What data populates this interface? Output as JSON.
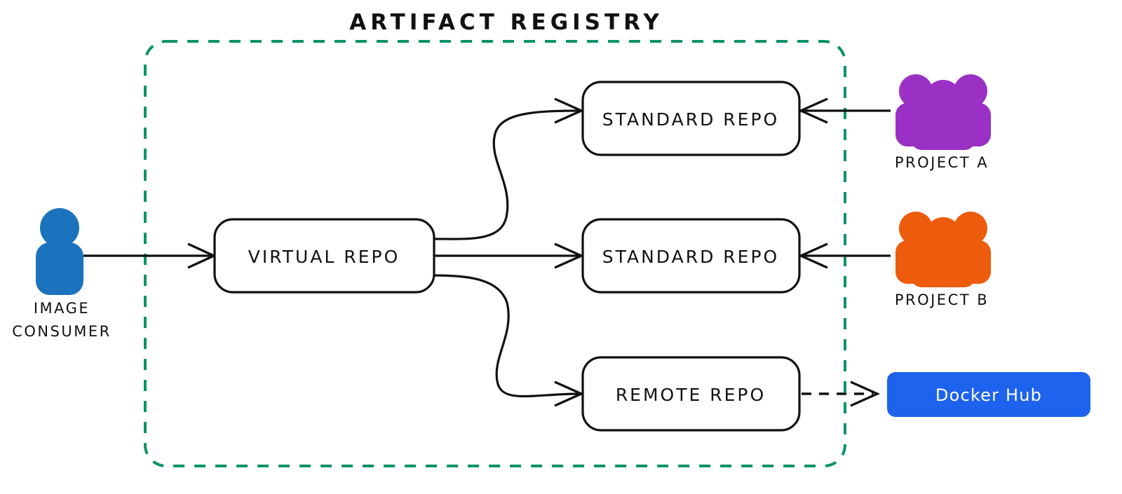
{
  "diagram": {
    "title": "ARTIFACT REGISTRY",
    "title_color": "#0d9367",
    "background": "#ffffff",
    "line_color": "#111111"
  },
  "registry": {
    "label": "ARTIFACT REGISTRY",
    "border_color": "#0d9367",
    "border_style": "dashed"
  },
  "actors": {
    "consumer": {
      "label_line1": "IMAGE",
      "label_line2": "CONSUMER",
      "icon": "person-icon",
      "color": "#1b73be"
    },
    "project_a": {
      "label": "PROJECT A",
      "icon": "people-group-icon",
      "color": "#9b30c4"
    },
    "project_b": {
      "label": "PROJECT B",
      "icon": "people-group-icon",
      "color": "#ed5b0c"
    }
  },
  "repos": {
    "virtual": {
      "label": "VIRTUAL REPO"
    },
    "standard_a": {
      "label": "STANDARD REPO"
    },
    "standard_b": {
      "label": "STANDARD REPO"
    },
    "remote": {
      "label": "REMOTE REPO"
    }
  },
  "external": {
    "docker_hub": {
      "label": "Docker Hub",
      "background": "#1d63ed",
      "text_color": "#ffffff"
    }
  },
  "connections": [
    {
      "name": "consumer-to-virtual",
      "style": "solid",
      "direction": "right"
    },
    {
      "name": "virtual-to-standard-a",
      "style": "solid",
      "direction": "right"
    },
    {
      "name": "virtual-to-standard-b",
      "style": "solid",
      "direction": "right"
    },
    {
      "name": "virtual-to-remote",
      "style": "solid",
      "direction": "right"
    },
    {
      "name": "project-a-to-standard-a",
      "style": "solid",
      "direction": "left"
    },
    {
      "name": "project-b-to-standard-b",
      "style": "solid",
      "direction": "left"
    },
    {
      "name": "remote-to-docker-hub",
      "style": "dashed",
      "direction": "right"
    }
  ]
}
